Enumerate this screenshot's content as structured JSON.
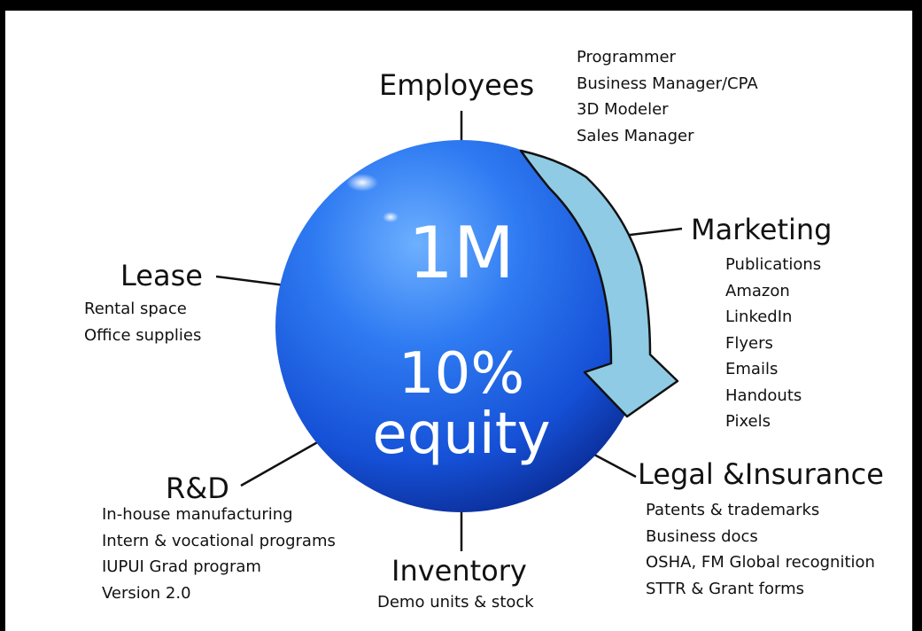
{
  "center": {
    "amount": "1M",
    "percent": "10%",
    "equity": "equity",
    "colors": {
      "sphere_light": "#5aa2ff",
      "sphere_mid": "#1d62e6",
      "sphere_dark": "#0a2f9e",
      "arrow_fill": "#8fcbe4"
    }
  },
  "employees": {
    "title": "Employees",
    "items": [
      "Programmer",
      "Business Manager/CPA",
      "3D Modeler",
      "Sales Manager"
    ]
  },
  "marketing": {
    "title": "Marketing",
    "items": [
      "Publications",
      "Amazon",
      "LinkedIn",
      "Flyers",
      "Emails",
      "Handouts",
      "Pixels"
    ]
  },
  "lease": {
    "title": "Lease",
    "items": [
      "Rental space",
      "Office supplies"
    ]
  },
  "rnd": {
    "title": "R&D",
    "items": [
      "In-house manufacturing",
      "Intern & vocational programs",
      "IUPUI Grad program",
      "Version 2.0"
    ]
  },
  "inventory": {
    "title": "Inventory",
    "items": [
      "Demo units & stock"
    ]
  },
  "legal": {
    "title": "Legal &Insurance",
    "items": [
      "Patents & trademarks",
      "Business docs",
      "OSHA, FM Global recognition",
      "STTR & Grant forms"
    ]
  }
}
